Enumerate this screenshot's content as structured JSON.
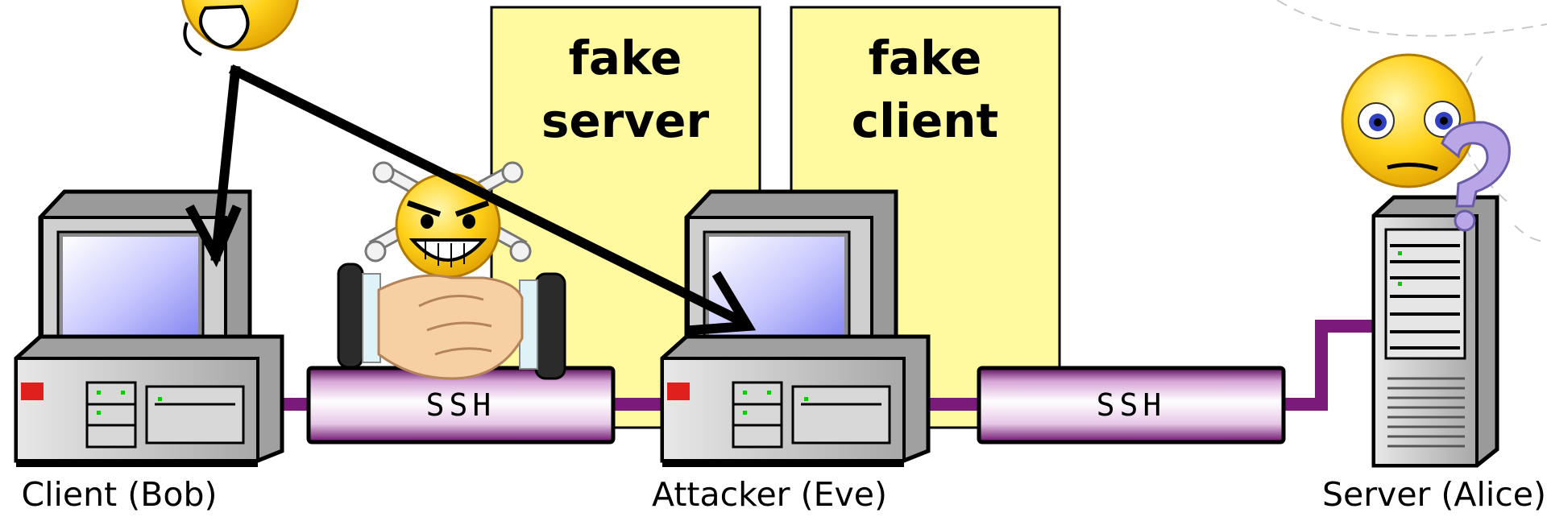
{
  "boxes": {
    "fake_server": [
      "fake",
      "server"
    ],
    "fake_client": [
      "fake",
      "client"
    ]
  },
  "tunnels": {
    "left": "SSH",
    "right": "SSH"
  },
  "captions": {
    "client": "Client (Bob)",
    "attacker": "Attacker (Eve)",
    "server": "Server (Alice)"
  },
  "icons": [
    "smiley-thumbs-up-icon",
    "evil-skull-smiley-icon",
    "handshake-icon",
    "confused-smiley-icon",
    "question-mark-icon",
    "desktop-computer-icon",
    "server-tower-icon",
    "arrow-icon"
  ],
  "colors": {
    "box_fill": "#fffaa0",
    "cable": "#7a1a7a",
    "screen": "#c8c8ff",
    "arrow": "#000000"
  }
}
